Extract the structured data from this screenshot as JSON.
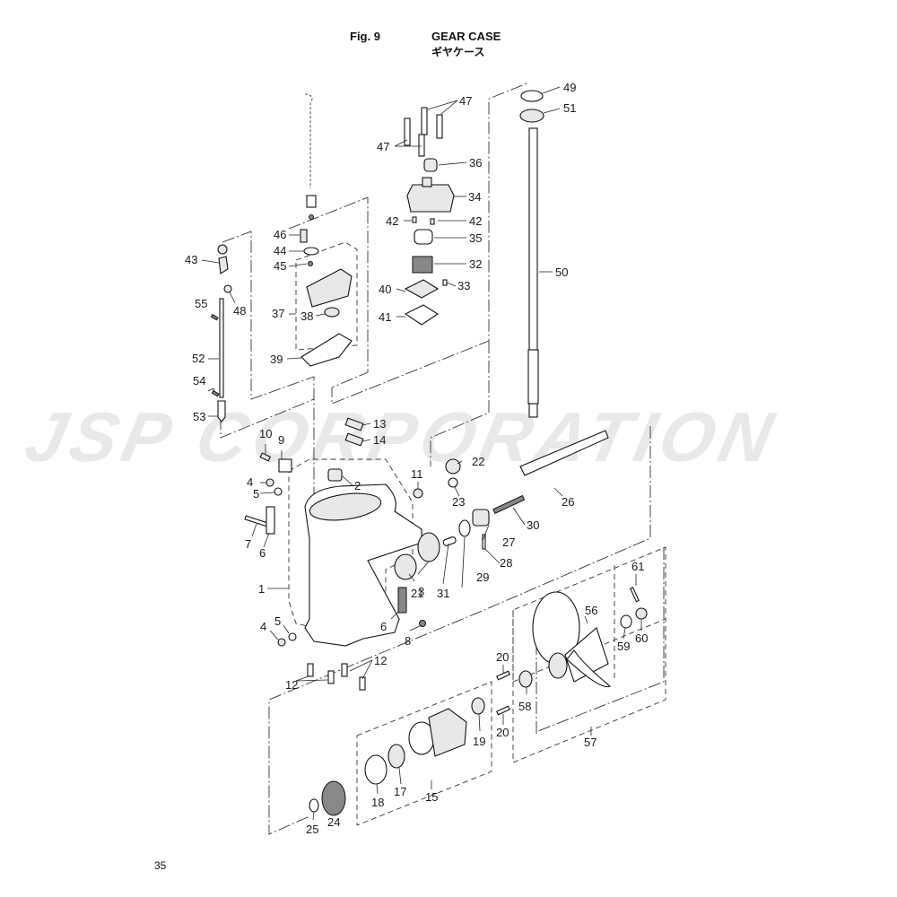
{
  "header": {
    "fig_no": "Fig. 9",
    "title_en": "GEAR CASE",
    "title_jp": "ギヤケース"
  },
  "watermark": "JSP CORPORATION",
  "page_number": "35",
  "callouts": [
    {
      "id": "1",
      "label": "1"
    },
    {
      "id": "2",
      "label": "2"
    },
    {
      "id": "3",
      "label": "3"
    },
    {
      "id": "4a",
      "label": "4"
    },
    {
      "id": "4b",
      "label": "4"
    },
    {
      "id": "5a",
      "label": "5"
    },
    {
      "id": "5b",
      "label": "5"
    },
    {
      "id": "6a",
      "label": "6"
    },
    {
      "id": "6b",
      "label": "6"
    },
    {
      "id": "7",
      "label": "7"
    },
    {
      "id": "8",
      "label": "8"
    },
    {
      "id": "9",
      "label": "9"
    },
    {
      "id": "10",
      "label": "10"
    },
    {
      "id": "11",
      "label": "11"
    },
    {
      "id": "12a",
      "label": "12"
    },
    {
      "id": "12b",
      "label": "12"
    },
    {
      "id": "13",
      "label": "13"
    },
    {
      "id": "14",
      "label": "14"
    },
    {
      "id": "15",
      "label": "15"
    },
    {
      "id": "17",
      "label": "17"
    },
    {
      "id": "18",
      "label": "18"
    },
    {
      "id": "19",
      "label": "19"
    },
    {
      "id": "20a",
      "label": "20"
    },
    {
      "id": "20b",
      "label": "20"
    },
    {
      "id": "21",
      "label": "21"
    },
    {
      "id": "22",
      "label": "22"
    },
    {
      "id": "23",
      "label": "23"
    },
    {
      "id": "24",
      "label": "24"
    },
    {
      "id": "25",
      "label": "25"
    },
    {
      "id": "26",
      "label": "26"
    },
    {
      "id": "27",
      "label": "27"
    },
    {
      "id": "28",
      "label": "28"
    },
    {
      "id": "29",
      "label": "29"
    },
    {
      "id": "30",
      "label": "30"
    },
    {
      "id": "31",
      "label": "31"
    },
    {
      "id": "32",
      "label": "32"
    },
    {
      "id": "33",
      "label": "33"
    },
    {
      "id": "34",
      "label": "34"
    },
    {
      "id": "35",
      "label": "35"
    },
    {
      "id": "36",
      "label": "36"
    },
    {
      "id": "37",
      "label": "37"
    },
    {
      "id": "38",
      "label": "38"
    },
    {
      "id": "39",
      "label": "39"
    },
    {
      "id": "40",
      "label": "40"
    },
    {
      "id": "41",
      "label": "41"
    },
    {
      "id": "42a",
      "label": "42"
    },
    {
      "id": "42b",
      "label": "42"
    },
    {
      "id": "43",
      "label": "43"
    },
    {
      "id": "44",
      "label": "44"
    },
    {
      "id": "45",
      "label": "45"
    },
    {
      "id": "46",
      "label": "46"
    },
    {
      "id": "47a",
      "label": "47"
    },
    {
      "id": "47b",
      "label": "47"
    },
    {
      "id": "48",
      "label": "48"
    },
    {
      "id": "49",
      "label": "49"
    },
    {
      "id": "50",
      "label": "50"
    },
    {
      "id": "51",
      "label": "51"
    },
    {
      "id": "52",
      "label": "52"
    },
    {
      "id": "53",
      "label": "53"
    },
    {
      "id": "54",
      "label": "54"
    },
    {
      "id": "55",
      "label": "55"
    },
    {
      "id": "56",
      "label": "56"
    },
    {
      "id": "57",
      "label": "57"
    },
    {
      "id": "58",
      "label": "58"
    },
    {
      "id": "59",
      "label": "59"
    },
    {
      "id": "60",
      "label": "60"
    },
    {
      "id": "61",
      "label": "61"
    }
  ]
}
